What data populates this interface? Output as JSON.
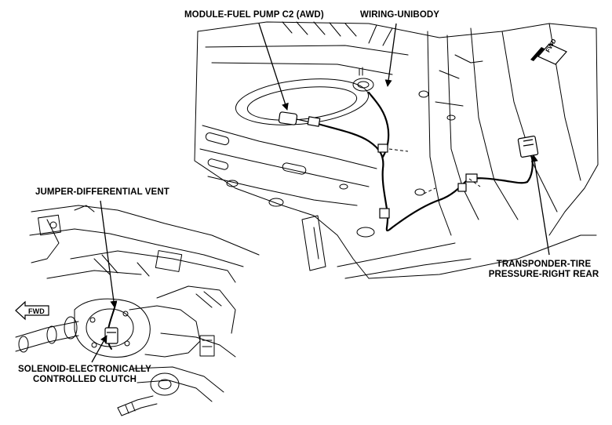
{
  "labels": {
    "fuel_pump_module": "MODULE-FUEL PUMP C2 (AWD)",
    "wiring_unibody": "WIRING-UNIBODY",
    "jumper_diff_vent": "JUMPER-DIFFERENTIAL VENT",
    "transponder_line1": "TRANSPONDER-TIRE",
    "transponder_line2": "PRESSURE-RIGHT REAR",
    "solenoid_line1": "SOLENOID-ELECTRONICALLY",
    "solenoid_line2": "CONTROLLED CLUTCH"
  },
  "fwd_markers": {
    "top_right": "FWD",
    "bottom_left": "FWD"
  },
  "colors": {
    "line": "#000000",
    "background": "#ffffff"
  }
}
